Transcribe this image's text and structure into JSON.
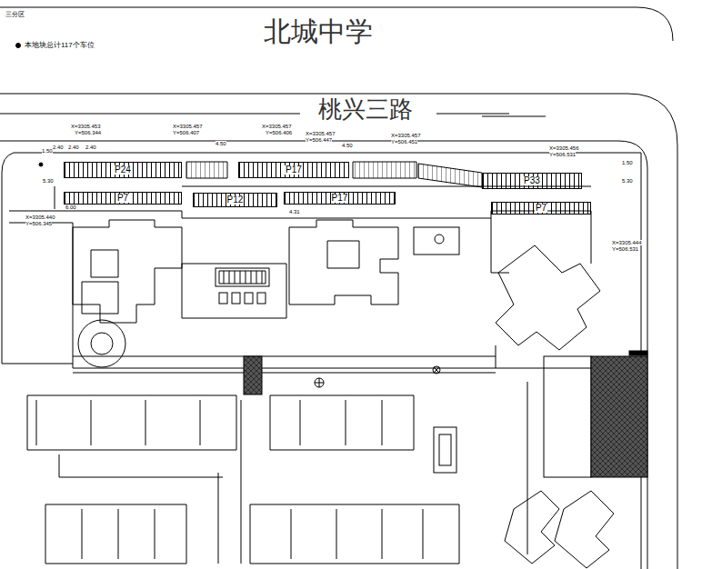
{
  "diagram": {
    "nodes": [
      {
        "text": [
          "P24"
        ]
      },
      {
        "text": [
          "P17"
        ]
      },
      {
        "text": [
          "P33"
        ]
      },
      {
        "text": [
          "P7"
        ]
      },
      {
        "text": [
          "P12"
        ]
      },
      {
        "text": [
          "P17"
        ]
      },
      {
        "text": [
          "P7"
        ]
      }
    ],
    "labels": [
      "三分区",
      "本地块总计117个车位",
      "北城中学",
      "桃兴三路",
      "X=3305.453",
      "Y=506.344",
      "X=3305.457",
      "Y=506.407",
      "X=3305.457",
      "Y=506.406",
      "X=3305.457",
      "Y=506.447",
      "X=3305.457",
      "Y=506.451",
      "X=3305.456",
      "Y=506.531",
      "X=3305.440",
      "Y=506.345",
      "X=3305.444",
      "Y=506.531",
      "1.50",
      "2.40",
      "2.40",
      "2.40",
      "4.50",
      "4.50",
      "5.30",
      "6.00",
      "4.31",
      "1.50",
      "5.30"
    ]
  }
}
